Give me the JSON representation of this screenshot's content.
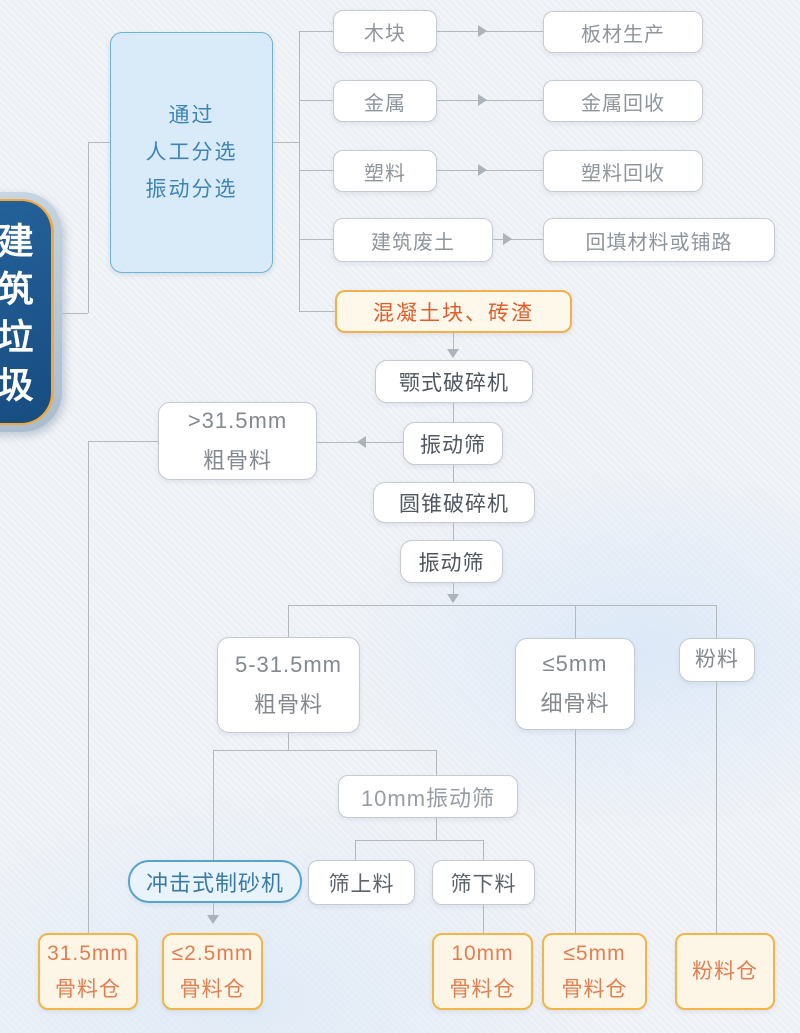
{
  "root": {
    "label": "建筑垃圾"
  },
  "sorting_box": {
    "line1": "通过",
    "line2": "人工分选",
    "line3": "振动分选"
  },
  "branches": [
    {
      "label": "木块",
      "target": "板材生产"
    },
    {
      "label": "金属",
      "target": "金属回收"
    },
    {
      "label": "塑料",
      "target": "塑料回收"
    },
    {
      "label": "建筑废土",
      "target": "回填材料或铺路"
    }
  ],
  "crushing": {
    "input": "混凝土块、砖渣",
    "jaw_crusher": "颚式破碎机",
    "vibrating_screen_1": "振动筛",
    "coarse_over_315": {
      "size": ">31.5mm",
      "name": "粗骨料"
    },
    "cone_crusher": "圆锥破碎机",
    "vibrating_screen_2": "振动筛",
    "coarse_5_315": {
      "size": "5-31.5mm",
      "name": "粗骨料"
    },
    "fine_under_5": {
      "size": "≤5mm",
      "name": "细骨料"
    },
    "powder": "粉料",
    "screen_10mm": "10mm振动筛",
    "sand_maker": "冲击式制砂机",
    "oversize": "筛上料",
    "undersize": "筛下料"
  },
  "bins": [
    {
      "line1": "31.5mm",
      "line2": "骨料仓"
    },
    {
      "line1": "≤2.5mm",
      "line2": "骨料仓"
    },
    {
      "line1": "10mm",
      "line2": "骨料仓"
    },
    {
      "line1": "≤5mm",
      "line2": "骨料仓"
    },
    {
      "line1": "粉料仓"
    }
  ],
  "colors": {
    "root_fill": "#1d5182",
    "root_border": "#f3a838",
    "root_band": "#b7c7d8",
    "sort_fill": "#d9ebf8",
    "sort_border": "#6eb2da",
    "sort_text": "#3e84b4",
    "node_border": "#c6cbd1",
    "node_text_gray": "#8f959c",
    "machine_text": "#4f565e",
    "orange_fill": "#fdf8ea",
    "orange_border": "#f1b14c",
    "orange_text": "#e25c2c",
    "bin_fill": "#fdf6e7",
    "bin_border": "#f2b546",
    "bin_text": "#e27e52",
    "blue_fill": "#e9f3fb",
    "blue_border": "#57a3ce",
    "blue_text": "#3a7ba6",
    "line": "#b3b8bd",
    "background": "#edf0f5"
  }
}
